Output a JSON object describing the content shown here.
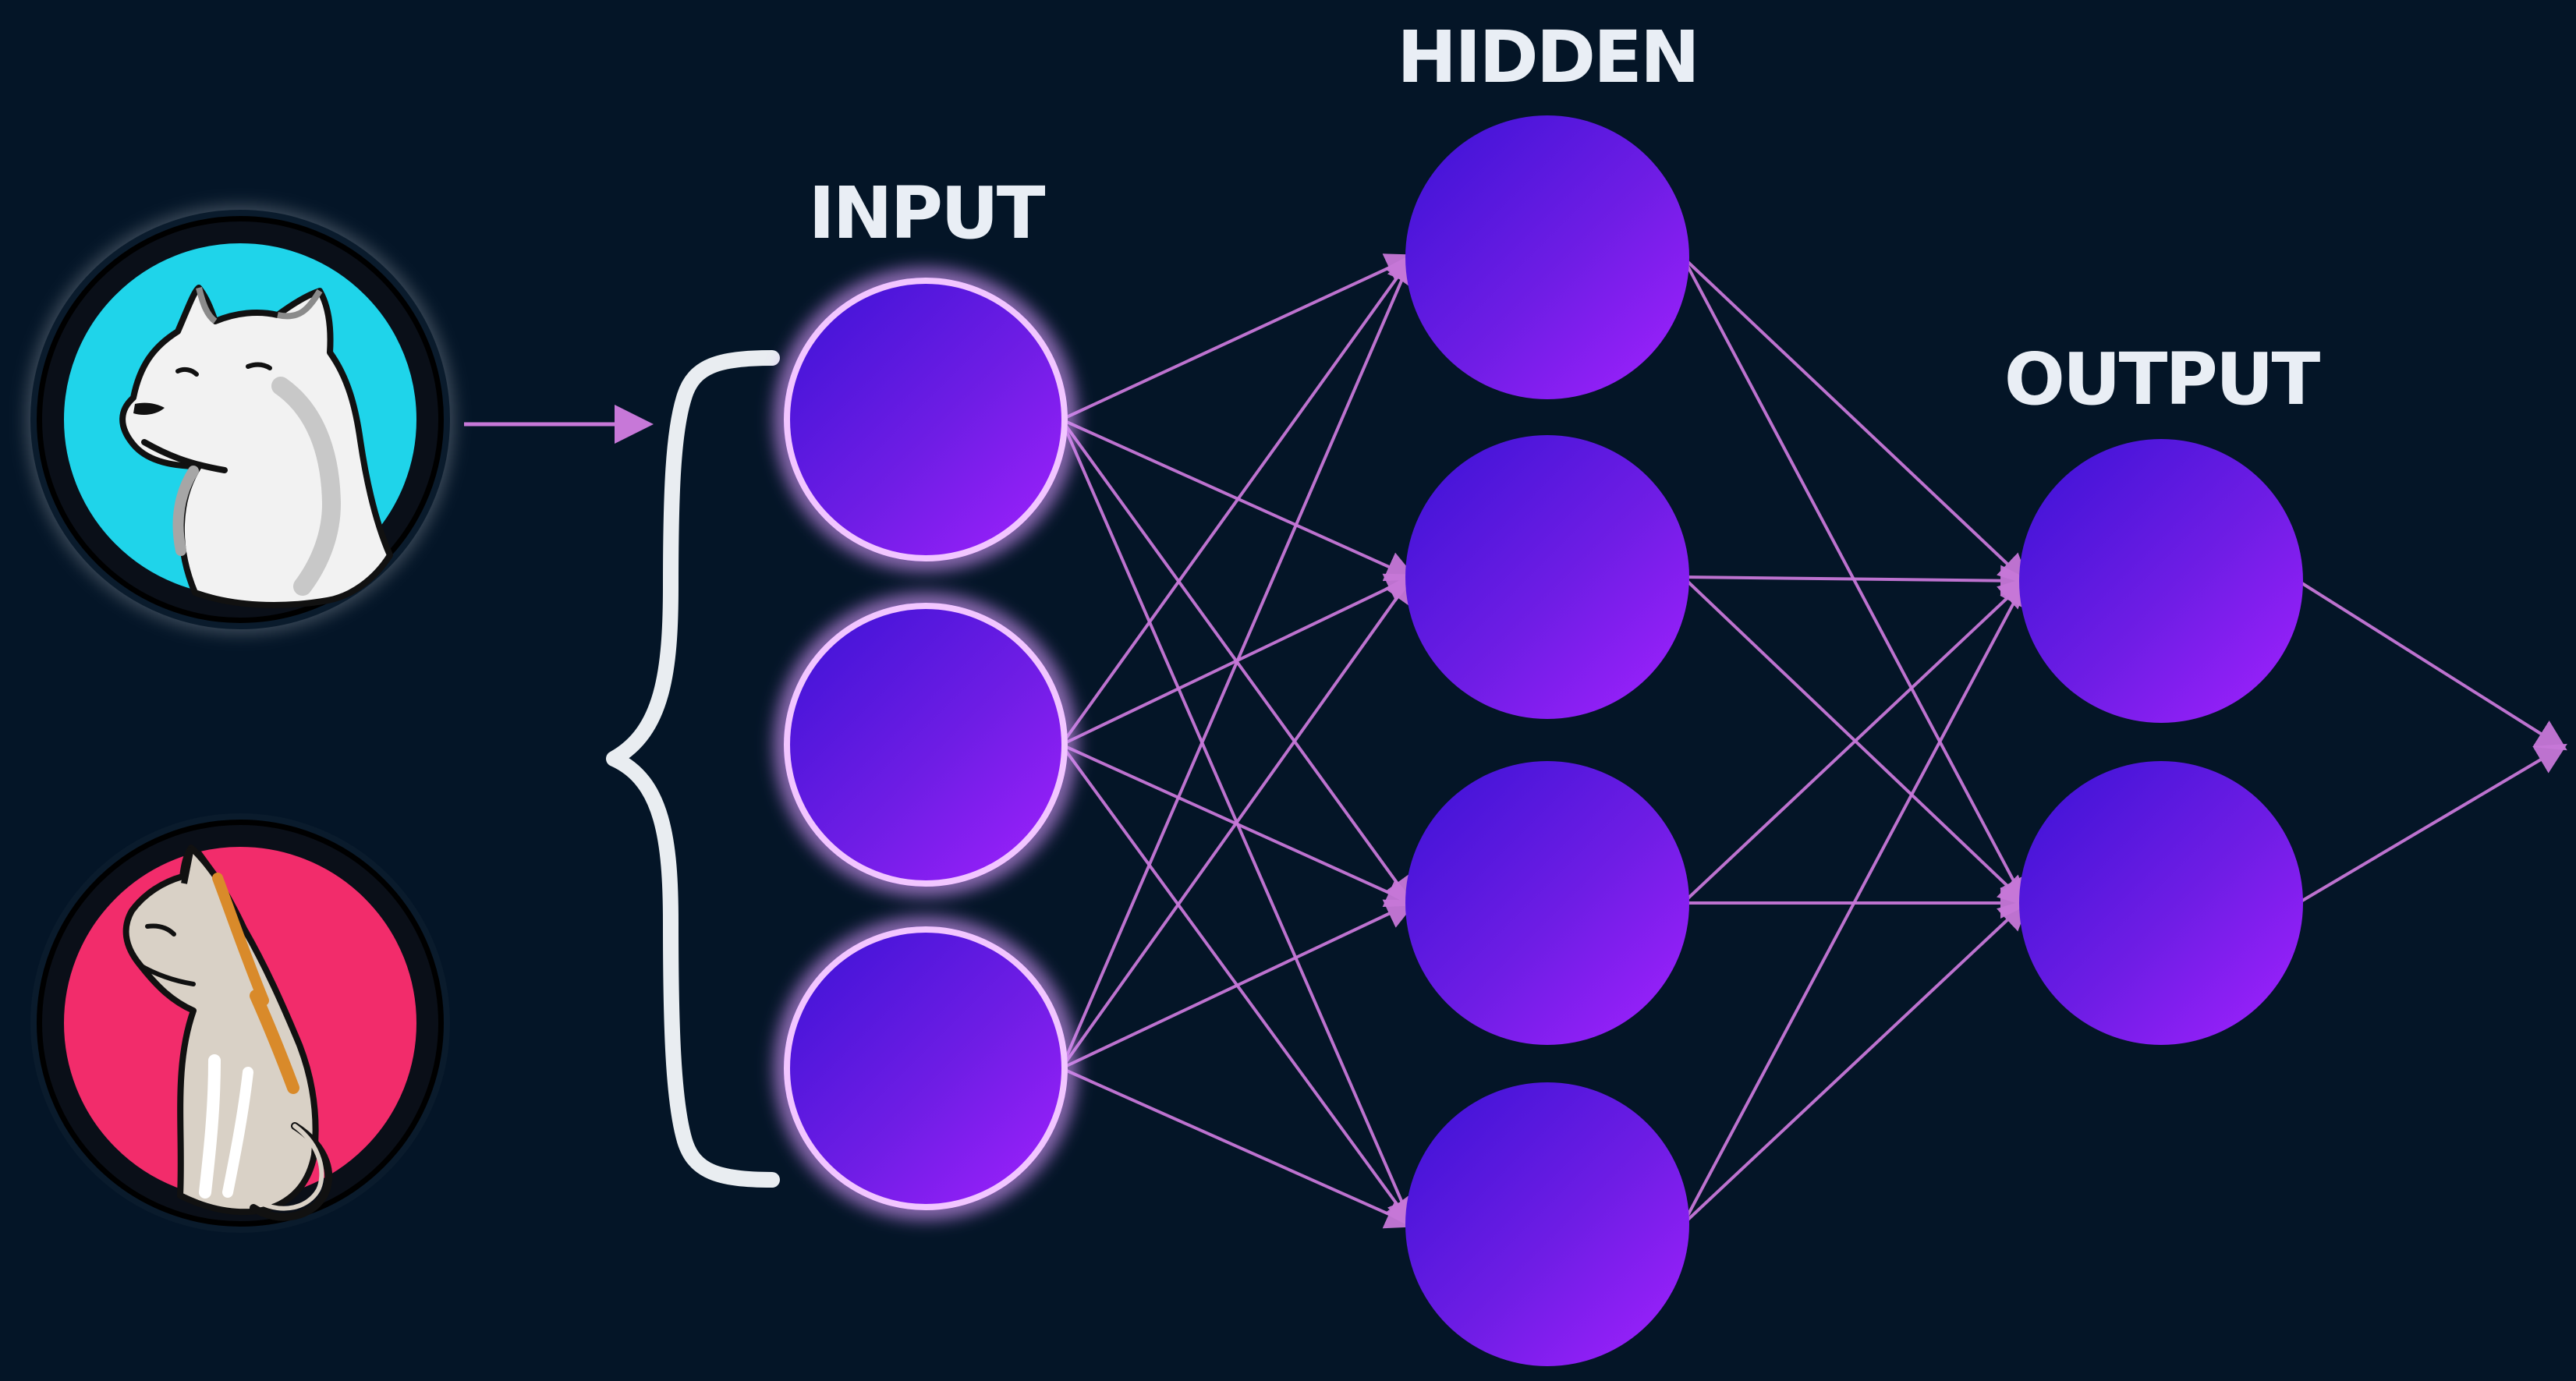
{
  "diagram": {
    "layers": [
      {
        "id": "input",
        "label": "INPUT",
        "neurons": 3
      },
      {
        "id": "hidden",
        "label": "HIDDEN",
        "neurons": 4
      },
      {
        "id": "output",
        "label": "OUTPUT",
        "neurons": 2
      }
    ],
    "examples": [
      {
        "name": "dog",
        "icon": "dog-icon"
      },
      {
        "name": "cat",
        "icon": "cat-icon"
      }
    ],
    "colors": {
      "background": "#041527",
      "neuron_start": "#3f14d8",
      "neuron_end": "#9a22ff",
      "edge": "#c778d8",
      "dog_badge": "#1fd4ea",
      "cat_badge": "#f22c6b"
    }
  }
}
